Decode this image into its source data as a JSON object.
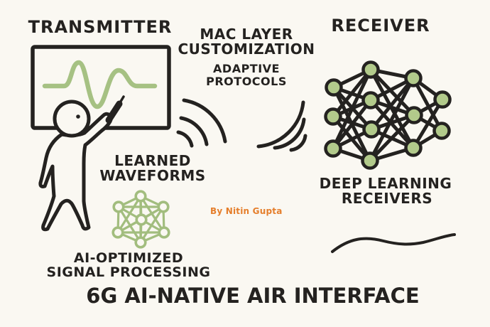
{
  "title": "6G AI-NATIVE AIR INTERFACE",
  "credit": "By Nitin Gupta",
  "labels": {
    "transmitter_heading": "TRANSMITTER",
    "receiver_heading": "RECEIVER",
    "mac_line1": "MAC LAYER",
    "mac_line2": "CUSTOMIZATION",
    "adaptive_line1": "ADAPTIVE",
    "adaptive_line2": "PROTOCOLS",
    "learned_line1": "LEARNED",
    "learned_line2": "WAVEFORMS",
    "deep_line1": "DEEP LEARNING",
    "deep_line2": "RECEIVERS",
    "aiopt_line1": "AI-OPTIMIZED",
    "aiopt_line2": "SIGNAL PROCESSING"
  },
  "icons": {
    "whiteboard": "whiteboard-frame",
    "waveform": "green-sine-wave",
    "presenter": "person-pointing-with-marker",
    "signal_left": "radio-wave-arcs-facing-right",
    "signal_right": "radio-wave-arcs-facing-left",
    "neural_network": "dense-neural-net-layers-3-4-3-2",
    "graph_network": "complete-graph-7-nodes",
    "squiggle": "hand-drawn-flourish-line"
  },
  "colors": {
    "bg": "#faf8f2",
    "ink": "#242220",
    "wave-green": "#a6c183",
    "node-green": "#b2ca8b",
    "icon-green": "#a2bd7e",
    "accent-orange": "#e57e2b"
  }
}
